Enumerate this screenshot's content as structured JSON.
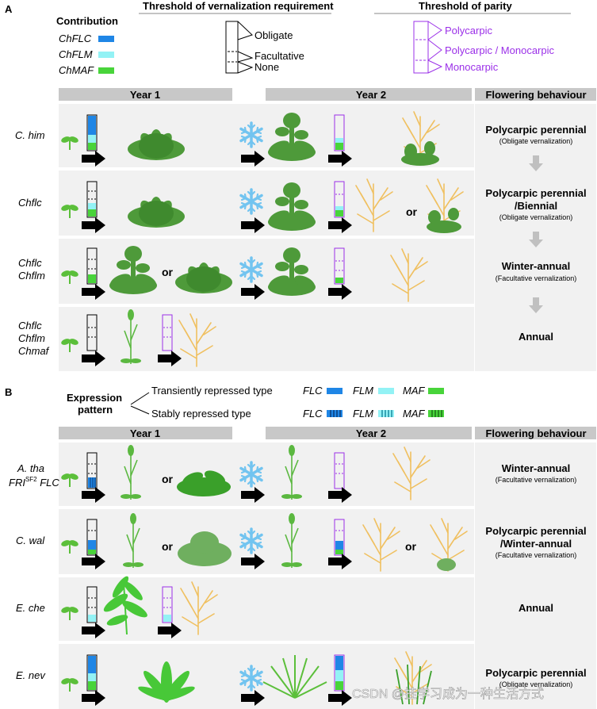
{
  "panel_a": {
    "label": "A",
    "legend_title": "Contribution",
    "legend": [
      {
        "name": "ChFLC",
        "color": "#1f86e6"
      },
      {
        "name": "ChFLM",
        "color": "#93f2f5"
      },
      {
        "name": "ChMAF",
        "color": "#48d43a"
      }
    ],
    "vern_title": "Threshold of vernalization requirement",
    "vern_levels": [
      "Obligate",
      "Facultative",
      "None"
    ],
    "parity_title": "Threshold of parity",
    "parity_levels": [
      "Polycarpic",
      "Polycarpic / Monocarpic",
      "Monocarpic"
    ],
    "year1": "Year 1",
    "year2": "Year 2",
    "behaviour_header": "Flowering behaviour",
    "rows": [
      {
        "lines": [
          "C. him"
        ],
        "or1": "",
        "or2": "",
        "behaviour": [
          "Polycarpic perennial"
        ],
        "sub": "(Obligate vernalization)"
      },
      {
        "lines": [
          "Chflc"
        ],
        "or1": "",
        "or2": "or",
        "behaviour": [
          "Polycarpic perennial",
          "/Biennial"
        ],
        "sub": "(Obligate vernalization)"
      },
      {
        "lines": [
          "Chflc",
          "Chflm"
        ],
        "or1": "or",
        "or2": "",
        "behaviour": [
          "Winter-annual"
        ],
        "sub": "(Facultative vernalization)"
      },
      {
        "lines": [
          "Chflc",
          "Chflm",
          "Chmaf"
        ],
        "or1": "",
        "or2": "",
        "behaviour": [
          "Annual"
        ],
        "sub": ""
      }
    ]
  },
  "panel_b": {
    "label": "B",
    "expr_title": [
      "Expression",
      "pattern"
    ],
    "types": [
      "Transiently repressed type",
      "Stably repressed type"
    ],
    "genes": [
      {
        "name": "FLC",
        "color": "#1f86e6"
      },
      {
        "name": "FLM",
        "color": "#93f2f5"
      },
      {
        "name": "MAF",
        "color": "#48d43a"
      }
    ],
    "year1": "Year 1",
    "year2": "Year 2",
    "behaviour_header": "Flowering behaviour",
    "rows": [
      {
        "lines": [
          "A. tha",
          "FRI",
          "SF2",
          " FLC"
        ],
        "or1": "or",
        "or2": "",
        "behaviour": [
          "Winter-annual"
        ],
        "sub": "(Facultative vernalization)"
      },
      {
        "lines": [
          "C. wal"
        ],
        "or1": "or",
        "or2": "or",
        "behaviour": [
          "Polycarpic perennial",
          "/Winter-annual"
        ],
        "sub": "(Facultative vernalization)"
      },
      {
        "lines": [
          "E. che"
        ],
        "or1": "",
        "or2": "",
        "behaviour": [
          "Annual"
        ],
        "sub": ""
      },
      {
        "lines": [
          "E. nev"
        ],
        "or1": "",
        "or2": "",
        "behaviour": [
          "Polycarpic perennial"
        ],
        "sub": "(Obligate vernalization)"
      }
    ]
  },
  "watermark": "CSDN @挂学习成为一种生活方式",
  "colors": {
    "obligate": "#000000",
    "parity": "#9b30e8",
    "dry_plant": "#f0c060",
    "rosette": "#4e9a3a",
    "bright_plant": "#6cc850",
    "snow": "#72c4f0",
    "panel_bg": "#f1f1f1",
    "header_bar": "#c8c8c8"
  }
}
